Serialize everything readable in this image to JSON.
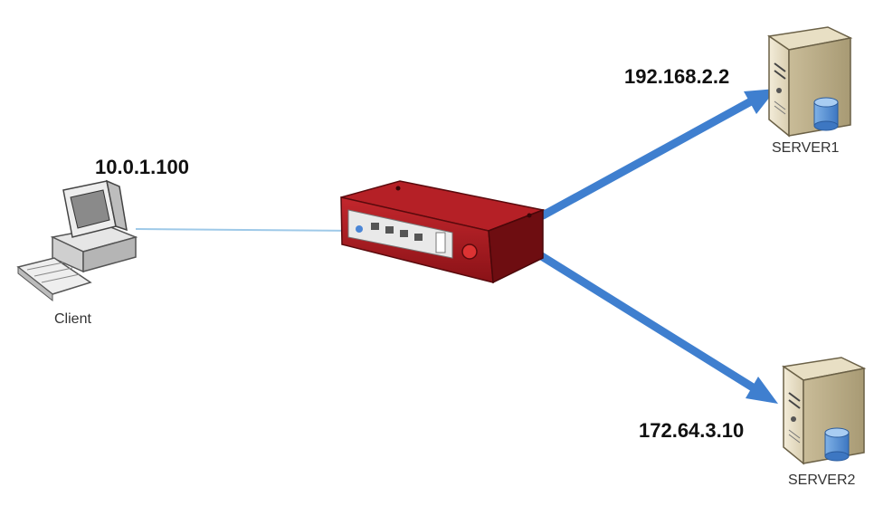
{
  "client": {
    "label": "Client",
    "ip": "10.0.1.100"
  },
  "router": {
    "icon": "router-icon"
  },
  "servers": [
    {
      "label": "SERVER1",
      "ip": "192.168.2.2"
    },
    {
      "label": "SERVER2",
      "ip": "172.64.3.10"
    }
  ],
  "colors": {
    "link_client": "#9ec9e8",
    "link_server": "#3f7fcf",
    "router_body": "#a3181d"
  }
}
